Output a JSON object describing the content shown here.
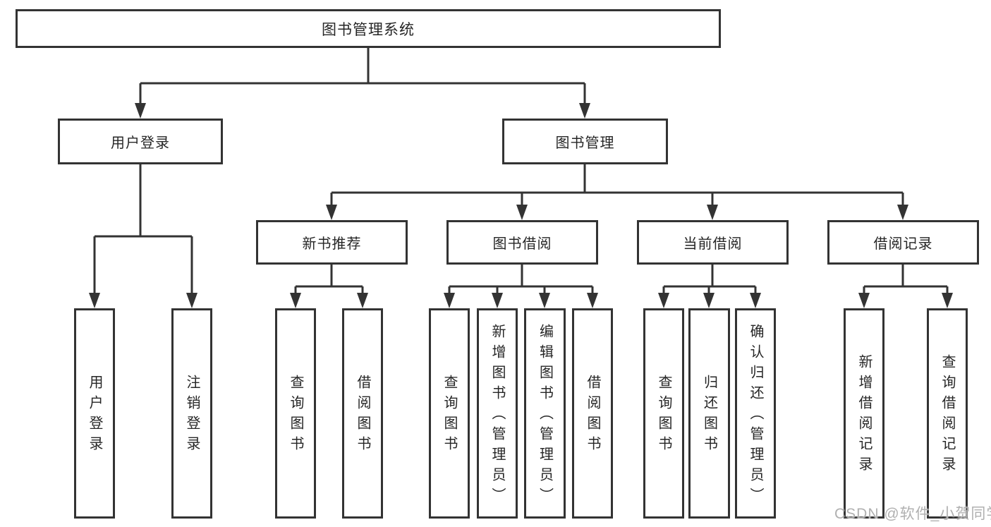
{
  "tree": {
    "label": "图书管理系统",
    "children": [
      {
        "label": "用户登录",
        "children": [
          {
            "label": "用户登录"
          },
          {
            "label": "注销登录"
          }
        ]
      },
      {
        "label": "图书管理",
        "children": [
          {
            "label": "新书推荐",
            "children": [
              {
                "label": "查询图书"
              },
              {
                "label": "借阅图书"
              }
            ]
          },
          {
            "label": "图书借阅",
            "children": [
              {
                "label": "查询图书"
              },
              {
                "label": "新增图书（管理员）"
              },
              {
                "label": "编辑图书（管理员）"
              },
              {
                "label": "借阅图书"
              }
            ]
          },
          {
            "label": "当前借阅",
            "children": [
              {
                "label": "查询图书"
              },
              {
                "label": "归还图书"
              },
              {
                "label": "确认归还（管理员）"
              }
            ]
          },
          {
            "label": "借阅记录",
            "children": [
              {
                "label": "新增借阅记录"
              },
              {
                "label": "查询借阅记录"
              }
            ]
          }
        ]
      }
    ]
  },
  "watermark": {
    "text": "CSDN @软件_小贺同学"
  },
  "colors": {
    "line": "#333333",
    "text": "#262626",
    "watermark": "#b0b0b0",
    "background": "#ffffff"
  }
}
